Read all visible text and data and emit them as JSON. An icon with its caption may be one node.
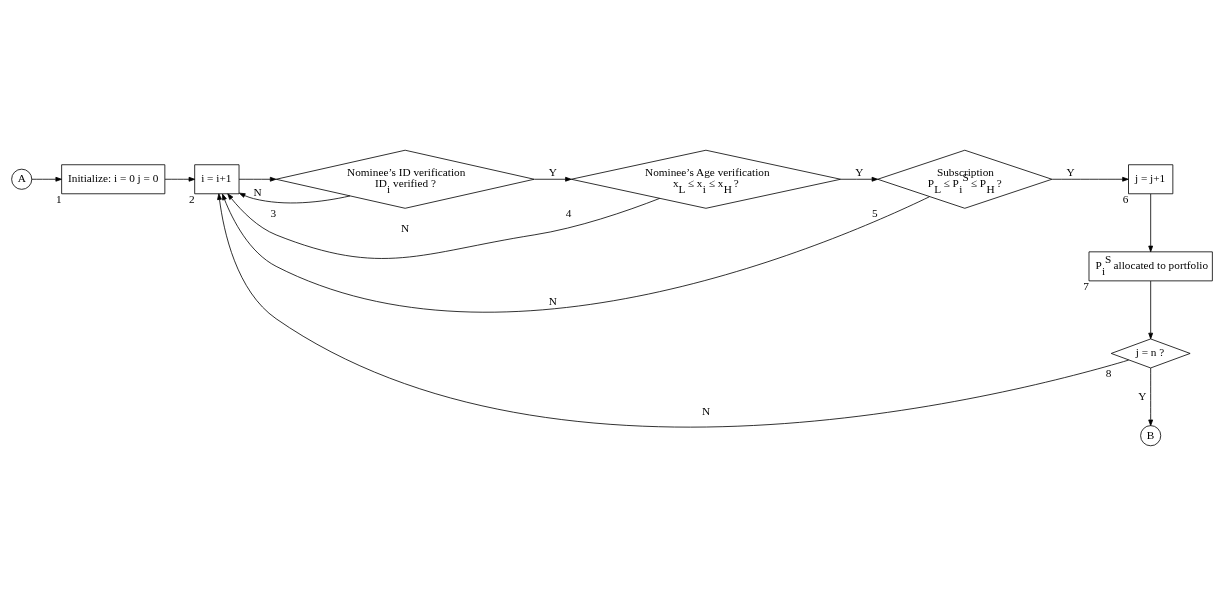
{
  "diagram": {
    "nodes": [
      {
        "text": [
          "A"
        ]
      },
      {
        "text": [
          "Initialize: i = 0 j = 0"
        ],
        "beside": [
          "1"
        ]
      },
      {
        "text": [
          "i = i+1"
        ],
        "beside": [
          "2"
        ]
      },
      {
        "text": [
          "Nominee’s ID verification",
          "ID$_{i}$ verified ?"
        ],
        "beside": [
          "3"
        ]
      },
      {
        "text": [
          "Nominee’s Age verification",
          "x$_{L}$ ≤ x$_{i}$ ≤ x$_{H}$ ?"
        ],
        "beside": [
          "4"
        ]
      },
      {
        "text": [
          "Subscription",
          "P$_{L}$ ≤ P$_{i}$$^{S}$ ≤ P$_{H}$ ?"
        ],
        "beside": [
          "5"
        ]
      },
      {
        "text": [
          "j = j+1"
        ],
        "beside": [
          "6"
        ]
      },
      {
        "text": [
          "P$_{i}$$^{S}$ allocated to portfolio"
        ],
        "beside": [
          "7"
        ]
      },
      {
        "text": [
          "j = n ?"
        ],
        "beside": [
          "8"
        ]
      },
      {
        "text": [
          "B"
        ]
      }
    ],
    "edges": [
      {
        "from": 0,
        "to": 1,
        "arrow": "to"
      },
      {
        "from": 1,
        "to": 2,
        "arrow": "to"
      },
      {
        "from": 2,
        "to": 3,
        "arrow": "to"
      },
      {
        "from": 3,
        "to": 4,
        "label": "Y",
        "arrow": "to"
      },
      {
        "from": 4,
        "to": 5,
        "label": "Y",
        "arrow": "to"
      },
      {
        "from": 5,
        "to": 6,
        "label": "Y",
        "arrow": "to"
      },
      {
        "from": 6,
        "to": 7,
        "arrow": "to"
      },
      {
        "from": 7,
        "to": 8,
        "arrow": "to"
      },
      {
        "from": 8,
        "to": 9,
        "label": "Y",
        "arrow": "to"
      },
      {
        "from": 3,
        "to": 2,
        "label": "N",
        "arrow": "to"
      },
      {
        "from": 4,
        "to": 2,
        "label": "N",
        "arrow": "to"
      },
      {
        "from": 5,
        "to": 2,
        "label": "N",
        "arrow": "to"
      },
      {
        "from": 8,
        "to": 2,
        "label": "N",
        "arrow": "to"
      }
    ]
  }
}
